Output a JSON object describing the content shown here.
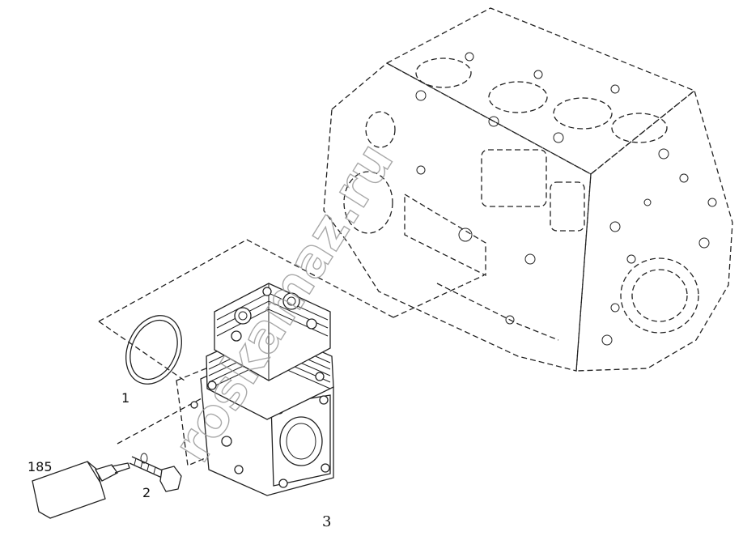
{
  "diagram": {
    "callouts": [
      {
        "id": "1",
        "label": "1"
      },
      {
        "id": "2",
        "label": "2"
      },
      {
        "id": "185",
        "label": "185"
      }
    ],
    "page_number": "3",
    "watermark": "roskamaz.ru"
  }
}
